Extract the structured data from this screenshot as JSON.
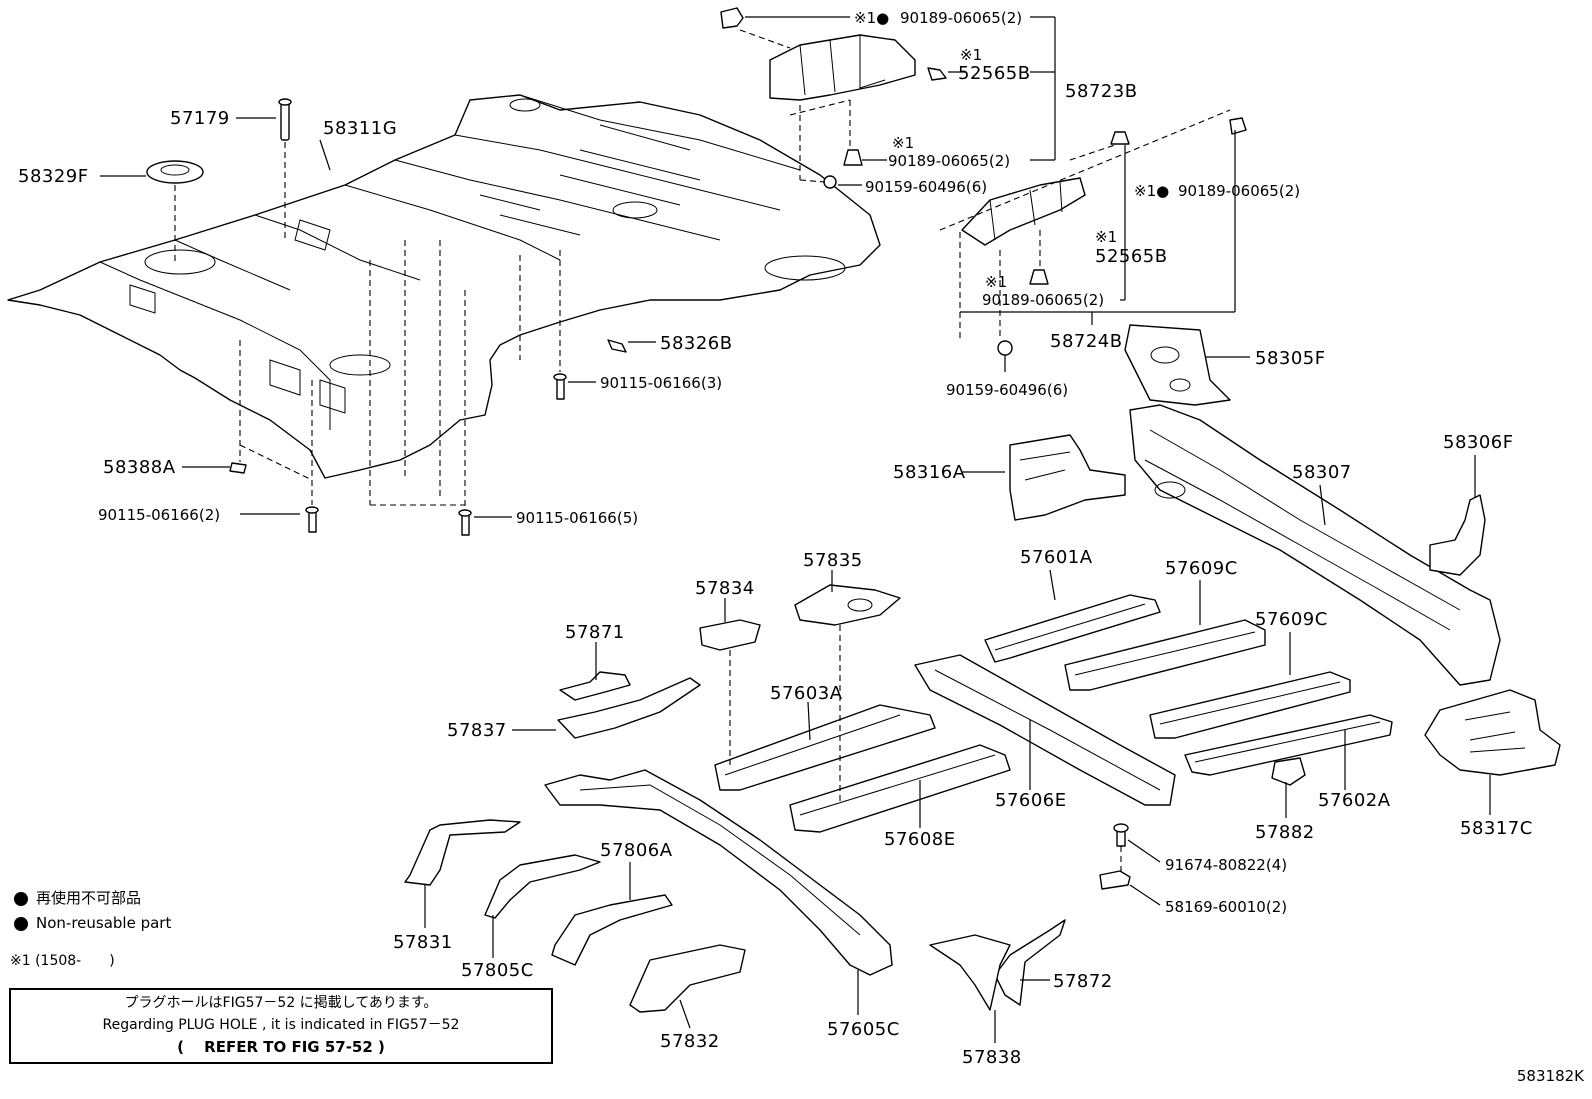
{
  "labels": {
    "p58311G": "58311G",
    "p57179": "57179",
    "p58329F": "58329F",
    "p58326B": "58326B",
    "f90115_3": "90115-06166(3)",
    "p58388A": "58388A",
    "f90115_2": "90115-06166(2)",
    "f90115_5": "90115-06166(5)",
    "c90189_top": "90189-06065(2)",
    "p52565B_top": "52565B",
    "p58723B": "58723B",
    "c90189_mid": "90189-06065(2)",
    "f90159_top": "90159-60496(6)",
    "c90189_right": "90189-06065(2)",
    "p52565B_mid": "52565B",
    "c90189_low": "90189-06065(2)",
    "p58724B": "58724B",
    "p58305F": "58305F",
    "f90159_low": "90159-60496(6)",
    "p58306F": "58306F",
    "p58316A": "58316A",
    "p58307": "58307",
    "p57601A": "57601A",
    "p57609C_a": "57609C",
    "p57609C_b": "57609C",
    "p57835": "57835",
    "p57834": "57834",
    "p57871": "57871",
    "p57837": "57837",
    "p57603A": "57603A",
    "p57606E": "57606E",
    "p57608E": "57608E",
    "p57602A": "57602A",
    "p57882": "57882",
    "p58317C": "58317C",
    "f91674": "91674-80822(4)",
    "f58169": "58169-60010(2)",
    "p57806A": "57806A",
    "p57831": "57831",
    "p57805C": "57805C",
    "p57832": "57832",
    "p57605C": "57605C",
    "p57872": "57872",
    "p57838": "57838"
  },
  "marks": {
    "x1": "※1",
    "x1_dot": "※1●"
  },
  "legend": {
    "jp": "再使用不可部品",
    "en": "Non-reusable part",
    "footnote": "※1 (1508-　　)"
  },
  "note": {
    "line1": "プラグホールはFIG57－52 に掲載してあります。",
    "line2": "Regarding  PLUG HOLE , it is indicated in FIG57－52",
    "line3": "(　 REFER TO FIG 57-52 )"
  },
  "diagram_code": "583182K"
}
